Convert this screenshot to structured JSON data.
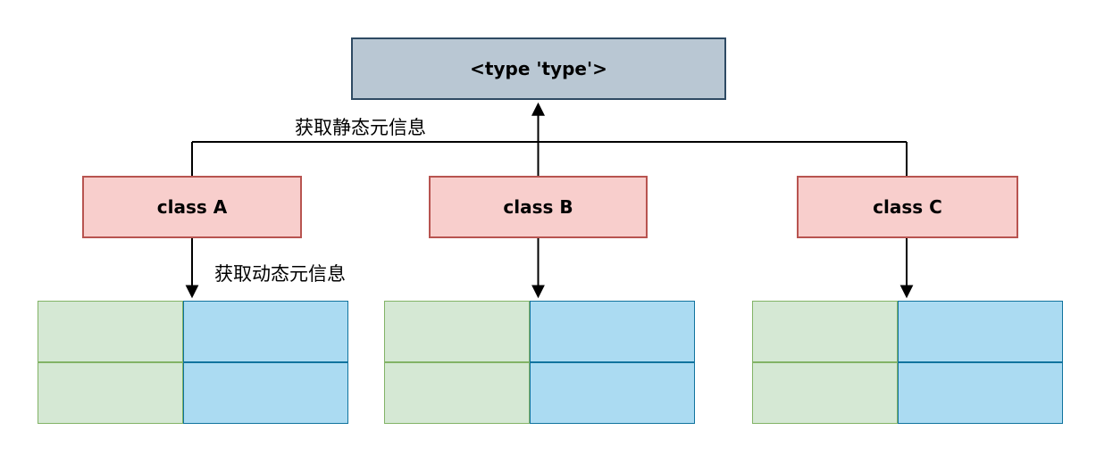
{
  "diagram": {
    "background": "#ffffff",
    "edge_color": "#000000",
    "root": {
      "label": "<type 'type'>",
      "fill": "#b9c7d3",
      "border": "#2e4a63"
    },
    "classes": {
      "fill": "#f8cecc",
      "border": "#b85450",
      "nodes": [
        {
          "label": "class A"
        },
        {
          "label": "class B"
        },
        {
          "label": "class C"
        }
      ]
    },
    "edge_labels": {
      "static_meta": "获取静态元信息",
      "dynamic_meta": "获取动态元信息"
    },
    "instance_table": {
      "rows": 2,
      "columns": 2,
      "left_fill": "#d5e8d4",
      "left_border": "#82b366",
      "right_fill": "#abdbf2",
      "right_border": "#10739e"
    }
  }
}
